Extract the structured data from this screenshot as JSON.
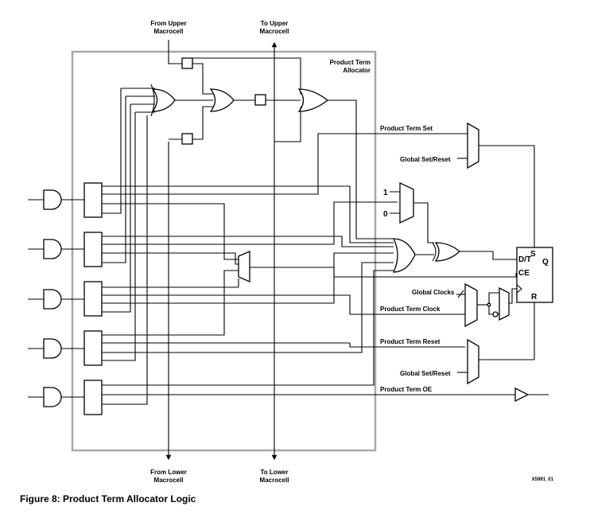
{
  "labels": {
    "from_upper": [
      "From Upper",
      "Macrocell"
    ],
    "to_upper": [
      "To Upper",
      "Macrocell"
    ],
    "allocator": [
      "Product Term",
      "Allocator"
    ],
    "from_lower": [
      "From Lower",
      "Macrocell"
    ],
    "to_lower": [
      "To Lower",
      "Macrocell"
    ],
    "pt_set": "Product Term Set",
    "global_set_reset_1": "Global Set/Reset",
    "one": "1",
    "zero": "0",
    "global_clocks": "Global Clocks",
    "pt_clock": "Product Term Clock",
    "pt_reset": "Product Term Reset",
    "global_set_reset_2": "Global Set/Reset",
    "pt_oe": "Product Term OE",
    "ff_dt": "D/T",
    "ff_s": "S",
    "ff_q": "Q",
    "ff_ce": "CE",
    "ff_r": "R",
    "figure_id": "X5991_01",
    "caption": "Figure 8:   Product Term Allocator Logic"
  }
}
